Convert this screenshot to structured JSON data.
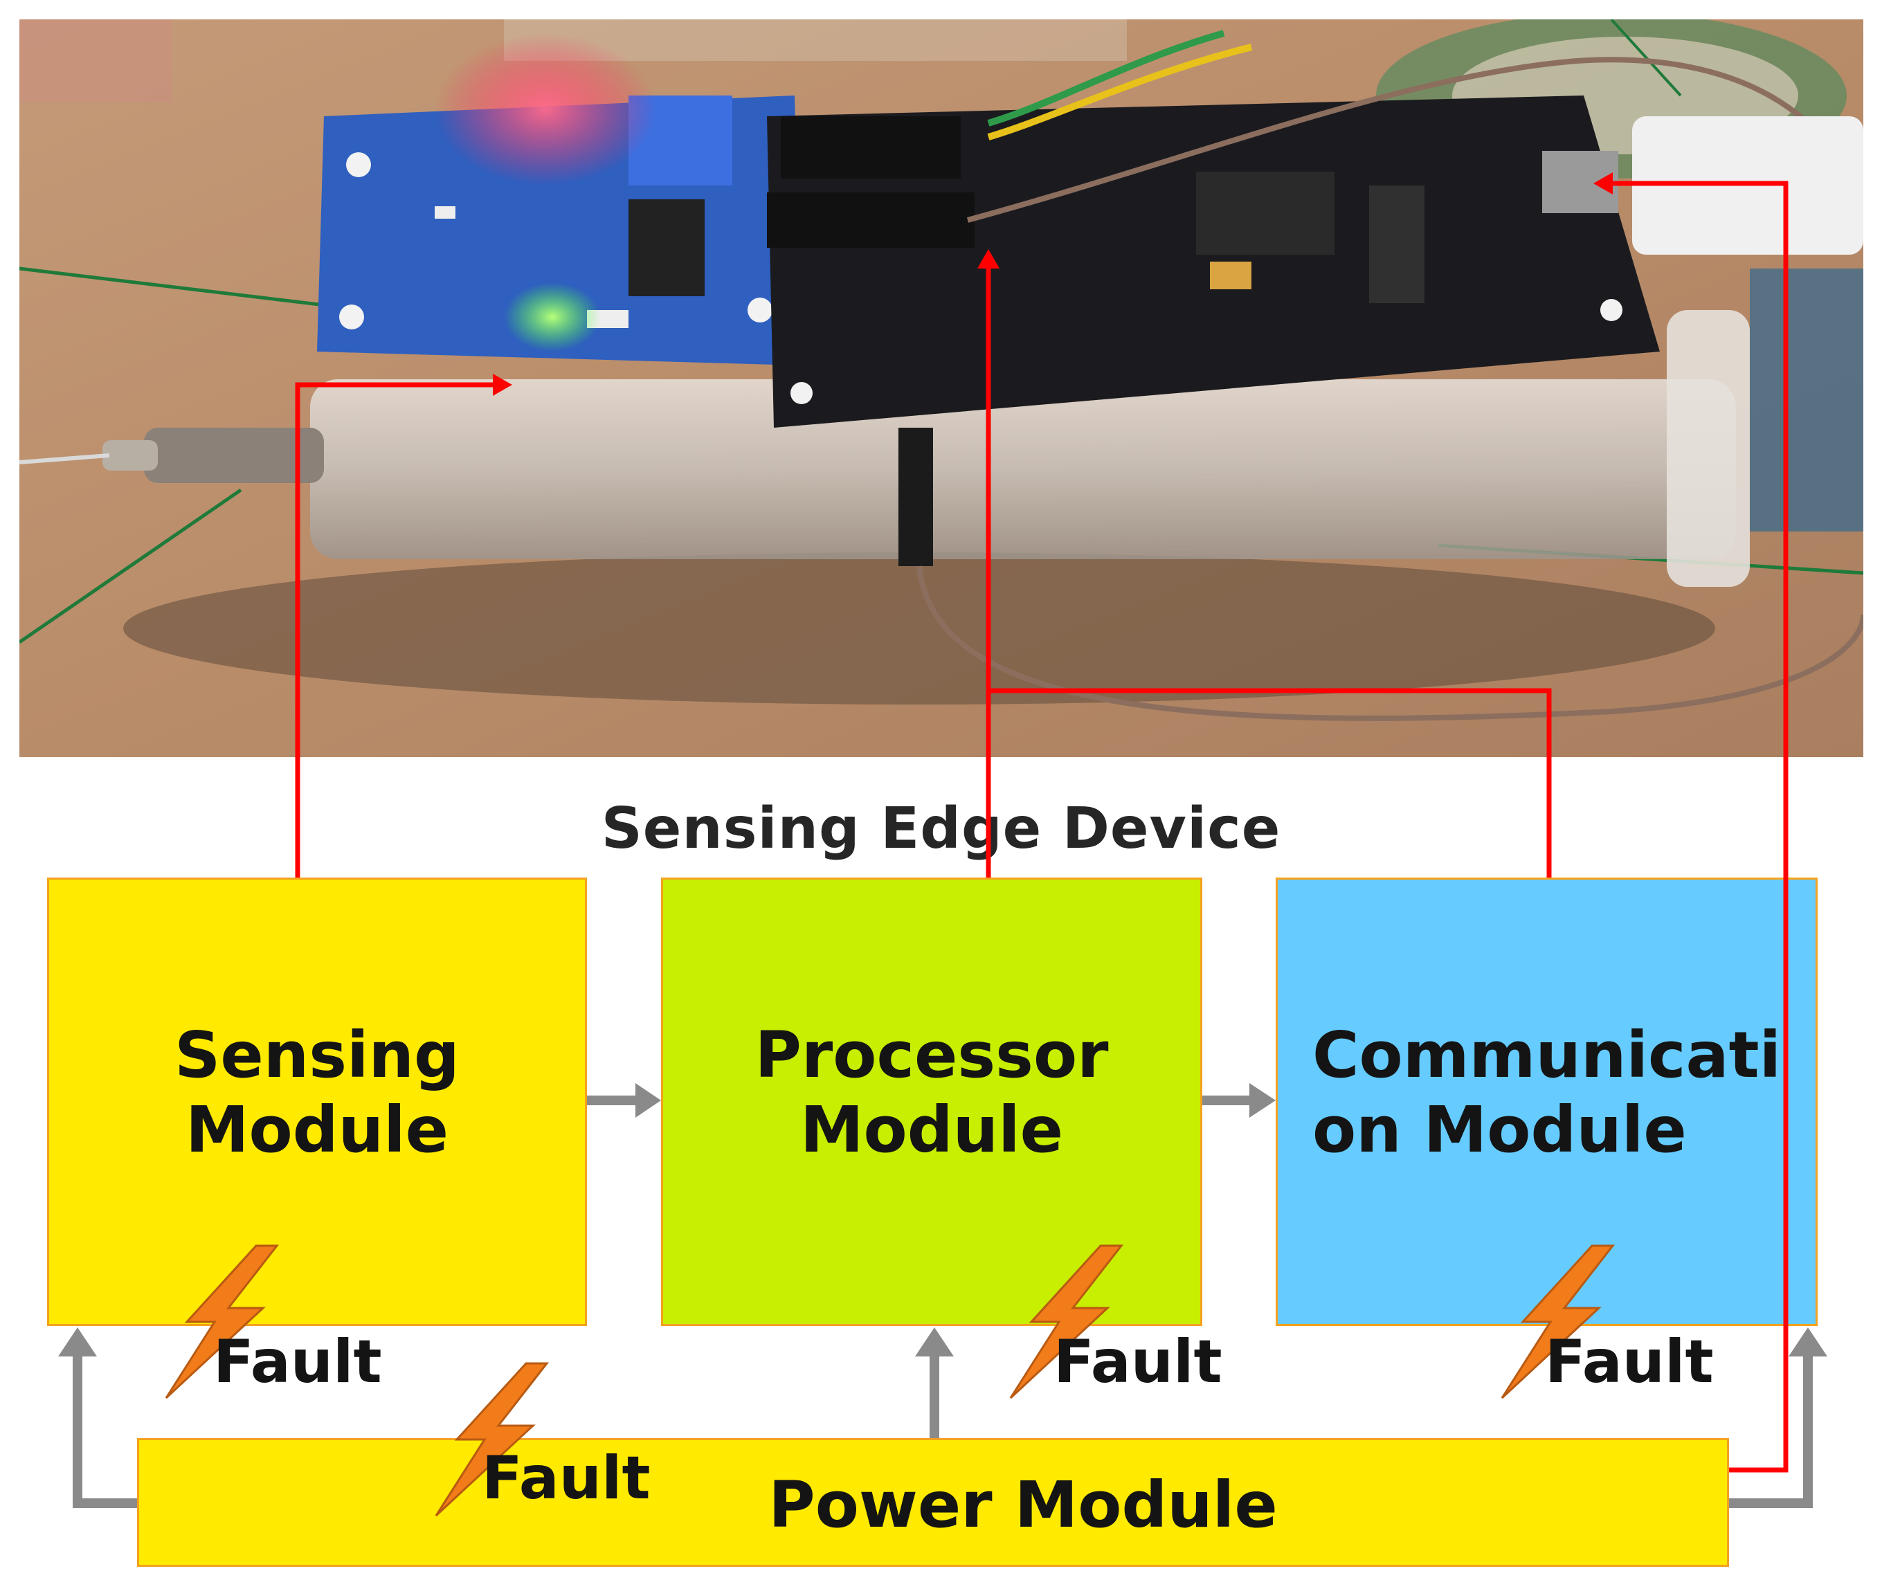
{
  "photo": {
    "description_icon": "edge-device-photo"
  },
  "caption": "Sensing Edge Device",
  "modules": {
    "sensing": "Sensing\nModule",
    "processor": "Processor\nModule",
    "communication": "Communicati\non Module",
    "power": "Power Module"
  },
  "faults": [
    "Fault",
    "Fault",
    "Fault",
    "Fault"
  ],
  "colors": {
    "sensing": "#ffea00",
    "processor": "#c8ef00",
    "communication": "#66ccff",
    "power": "#ffea00",
    "connector_red": "#ff0000",
    "flow_gray": "#8a8a8a",
    "fault_icon": "#f27b1a"
  },
  "icons": [
    "lightning-fault-icon",
    "gray-arrow-icon",
    "red-connector-line"
  ]
}
